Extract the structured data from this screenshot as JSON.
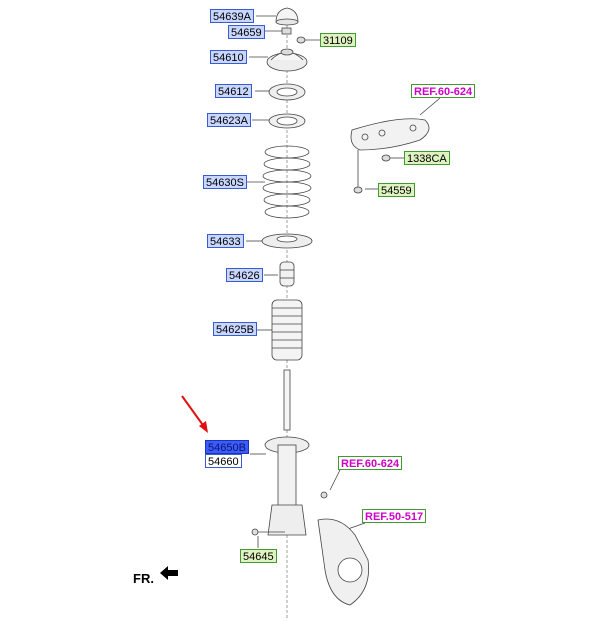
{
  "labels": {
    "p54639A": "54639A",
    "p54659": "54659",
    "p31109": "31109",
    "p54610": "54610",
    "p54612": "54612",
    "p54623A": "54623A",
    "ref60_624_top": "REF.60-624",
    "p1338CA": "1338CA",
    "p54559": "54559",
    "p54630S": "54630S",
    "p54633": "54633",
    "p54626": "54626",
    "p54625B": "54625B",
    "p54650B": "54650B",
    "p54660": "54660",
    "ref60_624_mid": "REF.60-624",
    "ref50_517": "REF.50-517",
    "p54645": "54645"
  },
  "direction": {
    "label": "FR."
  },
  "colors": {
    "part_blue_bg": "#c9d7ff",
    "part_green_bg": "#dff3c2",
    "ref_text": "#d000c8",
    "selected_bg": "#3b5bff",
    "arrow_red": "#e01010"
  }
}
